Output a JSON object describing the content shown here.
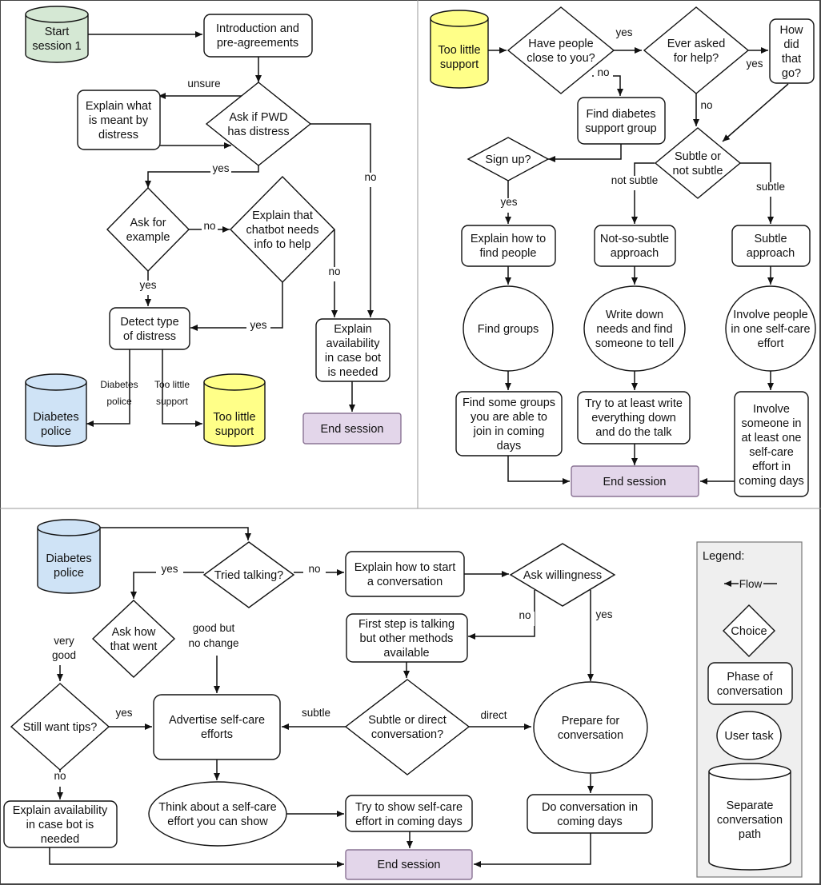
{
  "colors": {
    "start_fill": "#d5e8d4",
    "end_fill": "#e3d6ea",
    "cyl_blue": "#cfe3f6",
    "cyl_yellow": "#ffff88",
    "legend_bg": "#efefef"
  },
  "nodes": {
    "start_session_1": [
      "Start",
      "session 1"
    ],
    "intro": [
      "Introduction and",
      "pre-agreements"
    ],
    "explain_distress": [
      "Explain what",
      "is meant by",
      "distress"
    ],
    "ask_pwd": [
      "Ask if PWD",
      "has distress"
    ],
    "ask_example": [
      "Ask for",
      "example"
    ],
    "explain_chatbot": [
      "Explain that",
      "chatbot needs",
      "info to help"
    ],
    "detect_type": [
      "Detect type",
      "of distress"
    ],
    "explain_avail_1": [
      "Explain",
      "availability",
      "in case bot",
      "is needed"
    ],
    "end_1": [
      "End session"
    ],
    "cyl_diabetes_police_1": [
      "Diabetes",
      "police"
    ],
    "cyl_too_little_1": [
      "Too little",
      "support"
    ],
    "cyl_too_little_2": [
      "Too little",
      "support"
    ],
    "have_people": [
      "Have people",
      "close to you?"
    ],
    "ever_asked": [
      "Ever asked",
      "for help?"
    ],
    "how_did": [
      "How",
      "did",
      "that",
      "go?"
    ],
    "find_support_group": [
      "Find diabetes",
      "support group"
    ],
    "sign_up": [
      "Sign up?"
    ],
    "subtle_or_not": [
      "Subtle or",
      "not subtle"
    ],
    "explain_find_people": [
      "Explain how to",
      "find people"
    ],
    "not_so_subtle": [
      "Not-so-subtle",
      "approach"
    ],
    "subtle_approach": [
      "Subtle",
      "approach"
    ],
    "find_groups": [
      "Find groups"
    ],
    "write_down": [
      "Write down",
      "needs and find",
      "someone to tell"
    ],
    "involve_people": [
      "Involve people",
      "in one self-care",
      "effort"
    ],
    "find_some_groups": [
      "Find some groups",
      "you are able to",
      "join in coming",
      "days"
    ],
    "try_write": [
      "Try to at least write",
      "everything down",
      "and do the talk"
    ],
    "involve_someone": [
      "Involve",
      "someone in",
      "at least one",
      "self-care",
      "effort in",
      "coming days"
    ],
    "end_2": [
      "End session"
    ],
    "cyl_diabetes_police_2": [
      "Diabetes",
      "police"
    ],
    "tried_talking": [
      "Tried talking?"
    ],
    "explain_start_conv": [
      "Explain how to start",
      "a conversation"
    ],
    "ask_willingness": [
      "Ask willingness"
    ],
    "ask_how_went": [
      "Ask how",
      "that went"
    ],
    "first_step": [
      "First step is talking",
      "but other methods",
      "available"
    ],
    "still_want_tips": [
      "Still want tips?"
    ],
    "advertise": [
      "Advertise self-care",
      "efforts"
    ],
    "subtle_or_direct": [
      "Subtle or direct",
      "conversation?"
    ],
    "prepare_conv": [
      "Prepare for",
      "conversation"
    ],
    "think_about": [
      "Think about a self-care",
      "effort you can show"
    ],
    "try_show": [
      "Try to show self-care",
      "effort in coming days"
    ],
    "do_conv": [
      "Do conversation in",
      "coming days"
    ],
    "explain_avail_3": [
      "Explain availability",
      "in case bot is",
      "needed"
    ],
    "end_3": [
      "End session"
    ]
  },
  "edge_labels": {
    "unsure": "unsure",
    "yes_pwd": "yes",
    "no_pwd": "no",
    "no_example": "no",
    "yes_example": "yes",
    "no_chatbot": "no",
    "yes_chatbot": "yes",
    "diabetes_police_a": "Diabetes",
    "diabetes_police_b": "police",
    "too_little_a": "Too little",
    "too_little_b": "support",
    "yes_people": "yes",
    "no_people": "no",
    "yes_asked": "yes",
    "no_asked": "no",
    "yes_signup": "yes",
    "not_subtle": "not subtle",
    "subtle": "subtle",
    "yes_tried": "yes",
    "no_tried": "no",
    "no_willing": "no",
    "yes_willing": "yes",
    "very_good_a": "very",
    "very_good_b": "good",
    "good_no_change_a": "good but",
    "good_no_change_b": "no change",
    "yes_tips": "yes",
    "no_tips": "no",
    "subtle_conv": "subtle",
    "direct_conv": "direct"
  },
  "legend": {
    "title": "Legend:",
    "flow": "Flow",
    "choice": "Choice",
    "phase": [
      "Phase of",
      "conversation"
    ],
    "user_task": "User task",
    "separate": [
      "Separate",
      "conversation",
      "path"
    ]
  }
}
